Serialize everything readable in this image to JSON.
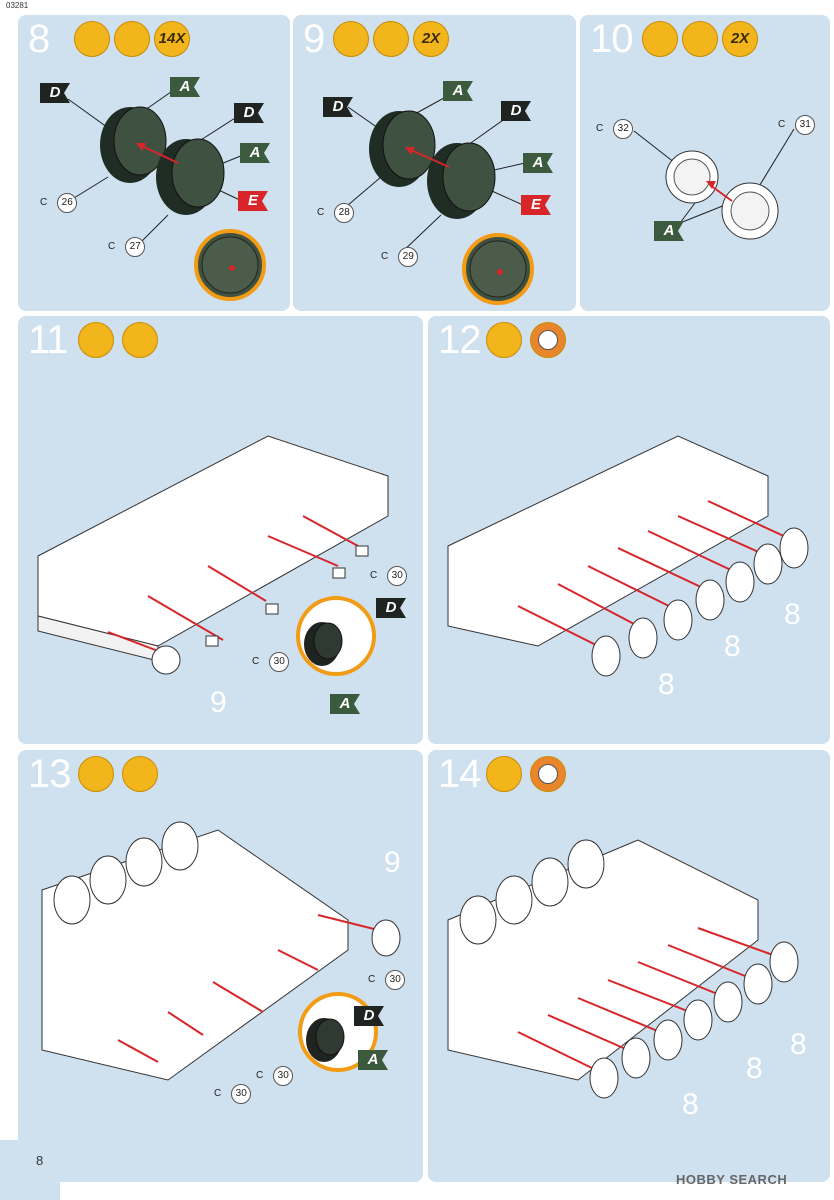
{
  "doc_code": "03281",
  "page_number": "8",
  "watermark": "HOBBY SEARCH",
  "steps": [
    {
      "number": "8",
      "icon_names": [
        "glue-icon",
        "paintbrush-icon"
      ],
      "quantity": "14X",
      "flags": [
        "D",
        "A",
        "D",
        "A",
        "E"
      ],
      "parts": [
        {
          "prefix": "C",
          "num": "26"
        },
        {
          "prefix": "C",
          "num": "27"
        }
      ]
    },
    {
      "number": "9",
      "icon_names": [
        "glue-icon",
        "paintbrush-icon"
      ],
      "quantity": "2X",
      "flags": [
        "D",
        "A",
        "D",
        "A",
        "E"
      ],
      "parts": [
        {
          "prefix": "C",
          "num": "28"
        },
        {
          "prefix": "C",
          "num": "29"
        }
      ]
    },
    {
      "number": "10",
      "icon_names": [
        "glue-icon",
        "paintbrush-icon"
      ],
      "quantity": "2X",
      "flags": [
        "A"
      ],
      "parts": [
        {
          "prefix": "C",
          "num": "32"
        },
        {
          "prefix": "C",
          "num": "31"
        }
      ]
    },
    {
      "number": "11",
      "icon_names": [
        "glue-icon",
        "paintbrush-icon"
      ],
      "flags": [
        "D",
        "A"
      ],
      "parts": [
        {
          "prefix": "C",
          "num": "30"
        },
        {
          "prefix": "C",
          "num": "30"
        }
      ],
      "callouts": [
        "9"
      ]
    },
    {
      "number": "12",
      "icon_names": [
        "glue-icon",
        "clock-icon"
      ],
      "callouts": [
        "8",
        "8",
        "8"
      ]
    },
    {
      "number": "13",
      "icon_names": [
        "glue-icon",
        "paintbrush-icon"
      ],
      "flags": [
        "D",
        "A"
      ],
      "parts": [
        {
          "prefix": "C",
          "num": "30"
        },
        {
          "prefix": "C",
          "num": "30"
        },
        {
          "prefix": "C",
          "num": "30"
        }
      ],
      "callouts": [
        "9"
      ]
    },
    {
      "number": "14",
      "icon_names": [
        "glue-icon",
        "clock-icon"
      ],
      "callouts": [
        "8",
        "8",
        "8"
      ]
    }
  ]
}
